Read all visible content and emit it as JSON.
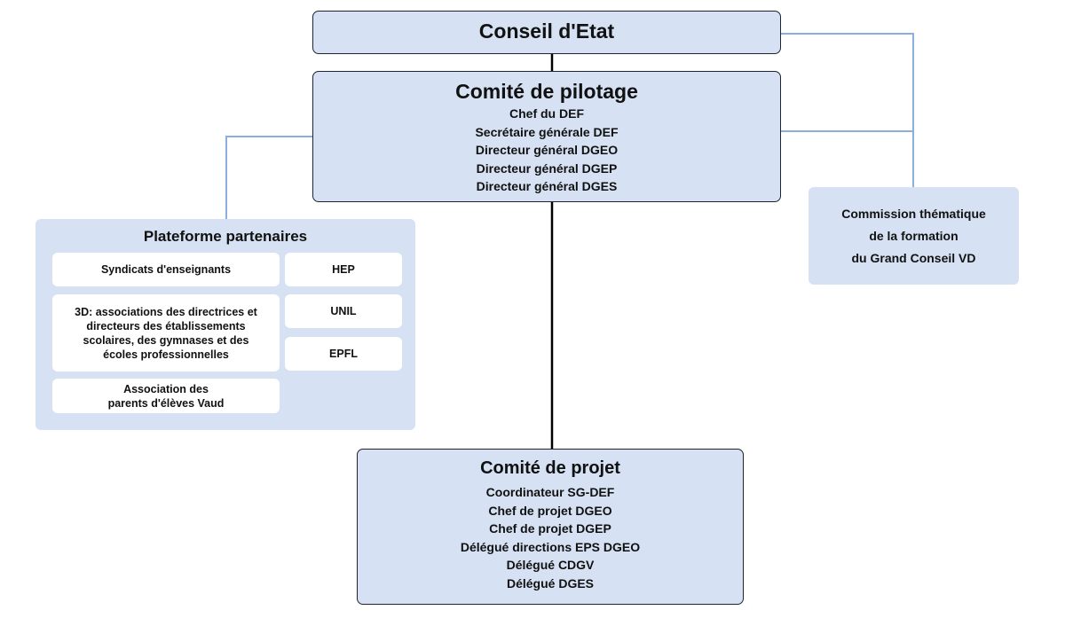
{
  "conseil": {
    "title": "Conseil d'Etat"
  },
  "copil": {
    "title": "Comité de pilotage",
    "members": [
      "Chef du DEF",
      "Secrétaire générale DEF",
      "Directeur général DGEO",
      "Directeur général DGEP",
      "Directeur général DGES"
    ]
  },
  "commission": {
    "lines": [
      "Commission thématique",
      "de la formation",
      "du Grand Conseil VD"
    ]
  },
  "plateforme": {
    "title": "Plateforme partenaires",
    "syndicats": "Syndicats d'enseignants",
    "association_3d": [
      "3D: associations des directrices et",
      "directeurs des établissements",
      "scolaires, des gymnases et des",
      "écoles professionnelles"
    ],
    "parents": [
      "Association des",
      "parents d'élèves Vaud"
    ],
    "hep": "HEP",
    "unil": "UNIL",
    "epfl": "EPFL"
  },
  "projet": {
    "title": "Comité de projet",
    "members": [
      "Coordinateur SG-DEF",
      "Chef de projet DGEO",
      "Chef de projet DGEP",
      "Délégué directions EPS DGEO",
      "Délégué CDGV",
      "Délégué DGES"
    ]
  },
  "colors": {
    "box_fill": "#d6e2f3",
    "card_fill": "#ffffff",
    "connector_dark": "#000000",
    "connector_blue": "#8aaee0",
    "border": "#1f2430"
  }
}
